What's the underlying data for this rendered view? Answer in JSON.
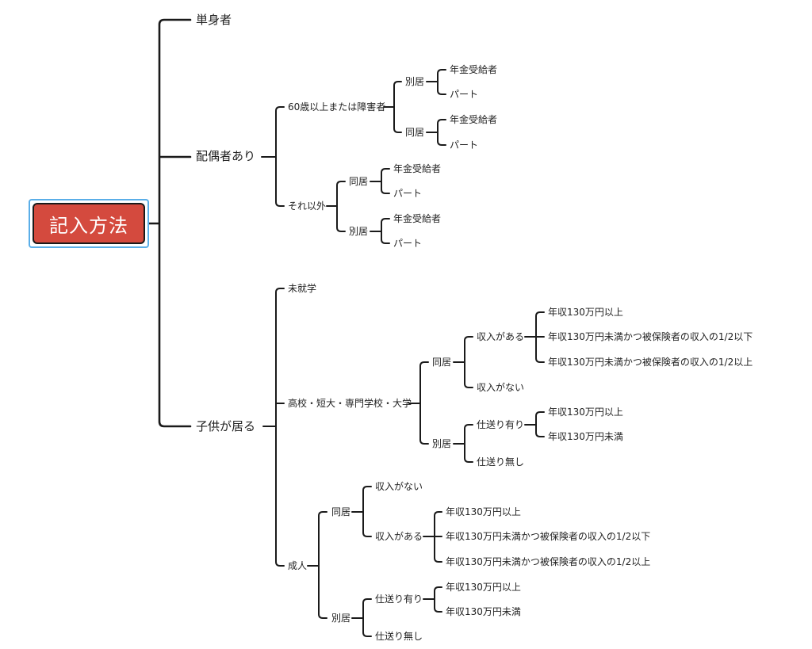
{
  "root": {
    "title": "記入方法"
  },
  "branches": {
    "single": "単身者",
    "spouse": {
      "label": "配偶者あり",
      "over60": {
        "label": "60歳以上または障害者",
        "separate": {
          "label": "別居",
          "pension": "年金受給者",
          "part": "パート"
        },
        "together": {
          "label": "同居",
          "pension": "年金受給者",
          "part": "パート"
        }
      },
      "other": {
        "label": "それ以外",
        "together": {
          "label": "同居",
          "pension": "年金受給者",
          "part": "パート"
        },
        "separate": {
          "label": "別居",
          "pension": "年金受給者",
          "part": "パート"
        }
      }
    },
    "children": {
      "label": "子供が居る",
      "preschool": "未就学",
      "student": {
        "label": "高校・短大・専門学校・大学",
        "together": {
          "label": "同居",
          "income_yes": {
            "label": "収入がある",
            "a": "年収130万円以上",
            "b": "年収130万円未満かつ被保険者の収入の1/2以下",
            "c": "年収130万円未満かつ被保険者の収入の1/2以上"
          },
          "income_no": "収入がない"
        },
        "separate": {
          "label": "別居",
          "allowance_yes": {
            "label": "仕送り有り",
            "a": "年収130万円以上",
            "b": "年収130万円未満"
          },
          "allowance_no": "仕送り無し"
        }
      },
      "adult": {
        "label": "成人",
        "together": {
          "label": "同居",
          "income_no": "収入がない",
          "income_yes": {
            "label": "収入がある",
            "a": "年収130万円以上",
            "b": "年収130万円未満かつ被保険者の収入の1/2以下",
            "c": "年収130万円未満かつ被保険者の収入の1/2以上"
          }
        },
        "separate": {
          "label": "別居",
          "allowance_yes": {
            "label": "仕送り有り",
            "a": "年収130万円以上",
            "b": "年収130万円未満"
          },
          "allowance_no": "仕送り無し"
        }
      }
    }
  },
  "colors": {
    "root_fill": "#d44a3e",
    "root_border": "#1a1a1a",
    "selection": "#5aaee8",
    "line": "#1a1a1a"
  }
}
